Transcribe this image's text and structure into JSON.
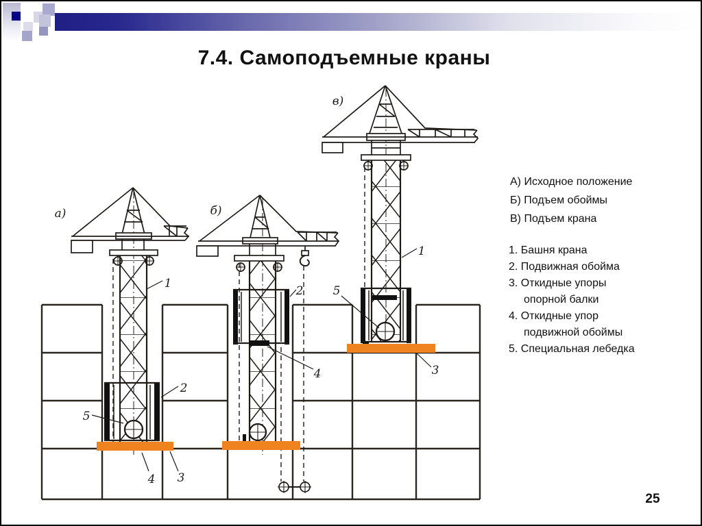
{
  "slide": {
    "title": "7.4. Самоподъемные краны",
    "page_number": "25"
  },
  "legend": {
    "modes": [
      "А) Исходное положение",
      "Б) Подъем обоймы",
      "В) Подъем крана"
    ],
    "parts": [
      {
        "text": "1. Башня крана"
      },
      {
        "text": "2. Подвижная обойма"
      },
      {
        "text": "3. Откидные упоры"
      },
      {
        "text": "опорной балки"
      },
      {
        "text": "4. Откидные упор"
      },
      {
        "text": "подвижной обоймы"
      },
      {
        "text": "5. Специальная лебедка"
      }
    ]
  },
  "diagram": {
    "stage_labels": {
      "a": "а)",
      "b": "б)",
      "v": "в)"
    },
    "callouts": {
      "n1": "1",
      "n2": "2",
      "n3": "3",
      "n4": "4",
      "n5": "5"
    },
    "beam_color": "#ef8320",
    "accent_navy": "#00008b"
  }
}
